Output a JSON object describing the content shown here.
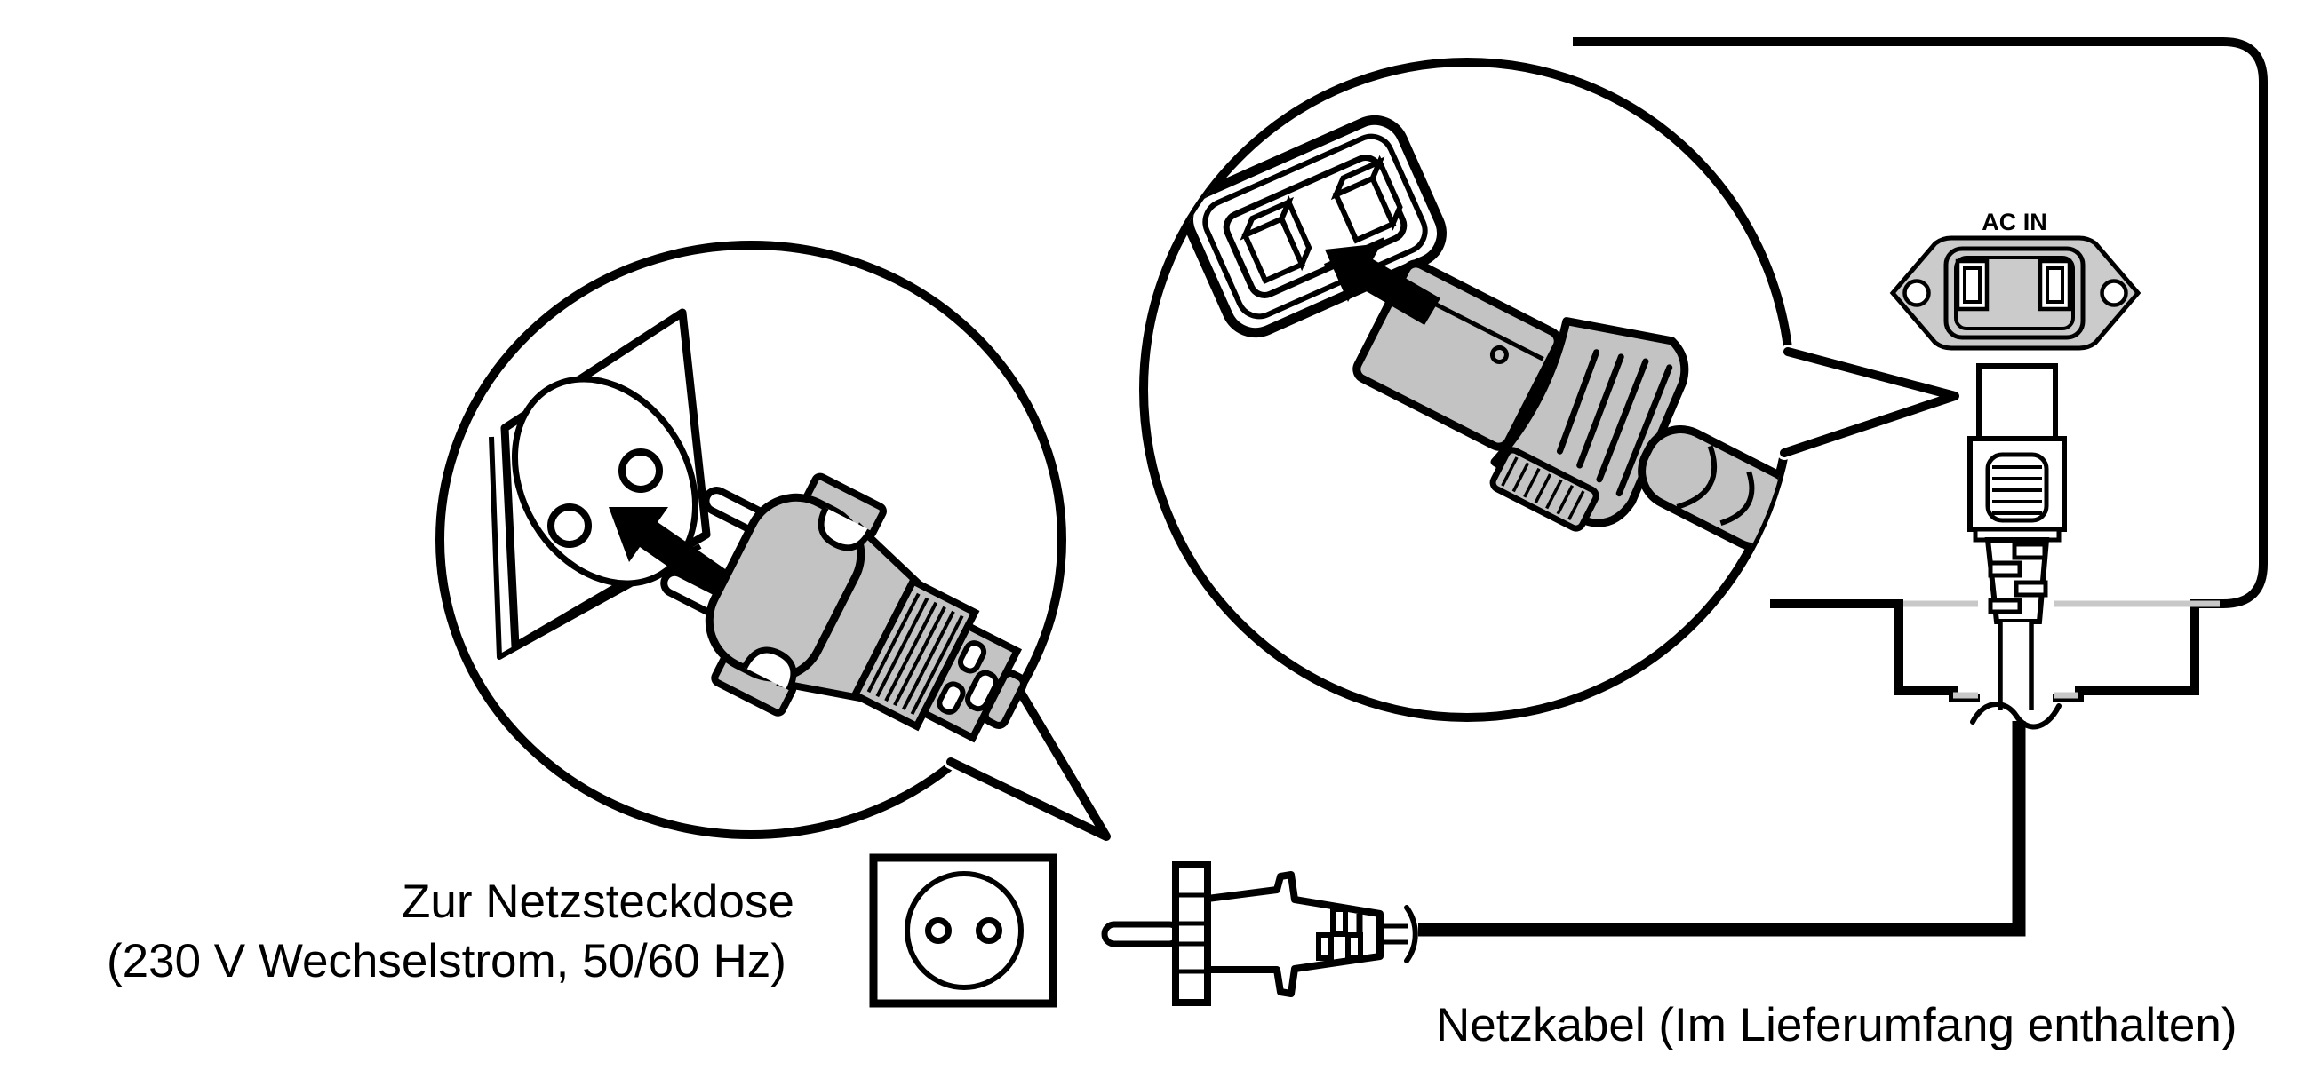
{
  "illustration": {
    "device": {
      "ac_in_label": "AC IN"
    },
    "labels": {
      "wall_outlet_line1": "Zur Netzsteckdose",
      "wall_outlet_line2": "(230 V Wechselstrom, 50/60 Hz)",
      "power_cable": "Netzkabel (Im Lieferumfang enthalten)"
    },
    "colors": {
      "outline": "#000000",
      "plug_fill": "#c3c3c3",
      "inlet_fill": "#cbcbcb",
      "panel_shadow_gray": "#c8c8c8",
      "background": "#ffffff"
    }
  }
}
